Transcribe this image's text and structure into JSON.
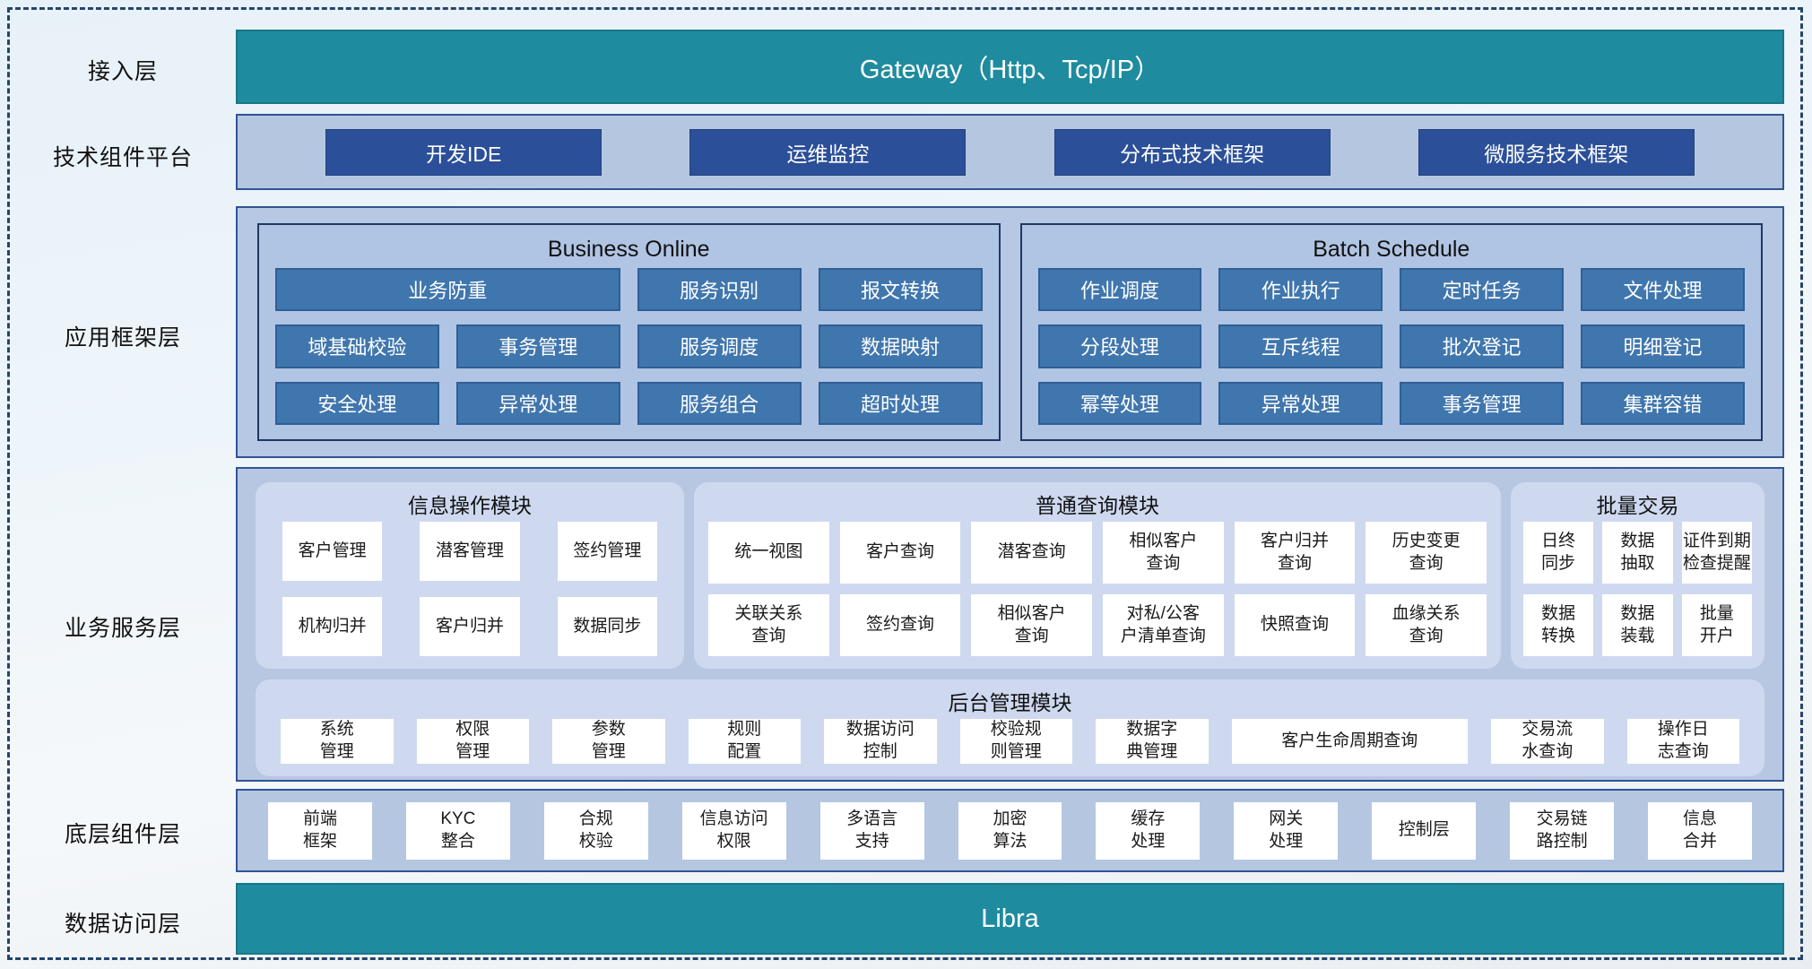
{
  "colors": {
    "teal": "#1f8b9f",
    "navy_button": "#2b4f98",
    "steel_button": "#4076ae",
    "container_fill": "#b5c7e0",
    "container_border": "#2f5496",
    "group_fill": "#ced9f0",
    "cell_fill": "#ffffff"
  },
  "access_layer": {
    "label": "接入层",
    "gateway": "Gateway（Http、Tcp/IP）"
  },
  "tech_platform": {
    "label": "技术组件平台",
    "items": [
      "开发IDE",
      "运维监控",
      "分布式技术框架",
      "微服务技术框架"
    ]
  },
  "app_framework": {
    "label": "应用框架层",
    "business_online": {
      "title": "Business Online",
      "row1": [
        "业务防重",
        "服务识别",
        "报文转换"
      ],
      "row2": [
        "域基础校验",
        "事务管理",
        "服务调度",
        "数据映射"
      ],
      "row3": [
        "安全处理",
        "异常处理",
        "服务组合",
        "超时处理"
      ]
    },
    "batch_schedule": {
      "title": "Batch Schedule",
      "row1": [
        "作业调度",
        "作业执行",
        "定时任务",
        "文件处理"
      ],
      "row2": [
        "分段处理",
        "互斥线程",
        "批次登记",
        "明细登记"
      ],
      "row3": [
        "幂等处理",
        "异常处理",
        "事务管理",
        "集群容错"
      ]
    }
  },
  "business_service": {
    "label": "业务服务层",
    "info_module": {
      "title": "信息操作模块",
      "cells": [
        "客户管理",
        "潜客管理",
        "签约管理",
        "机构归并",
        "客户归并",
        "数据同步"
      ]
    },
    "query_module": {
      "title": "普通查询模块",
      "cells": [
        "统一视图",
        "客户查询",
        "潜客查询",
        "相似客户\n查询",
        "客户归并\n查询",
        "历史变更\n查询",
        "关联关系\n查询",
        "签约查询",
        "相似客户\n查询",
        "对私/公客\n户清单查询",
        "快照查询",
        "血缘关系\n查询"
      ]
    },
    "batch_module": {
      "title": "批量交易",
      "cells": [
        "日终\n同步",
        "数据\n抽取",
        "证件到期\n检查提醒",
        "数据\n转换",
        "数据\n装载",
        "批量\n开户"
      ]
    },
    "admin_module": {
      "title": "后台管理模块",
      "cells": [
        "系统\n管理",
        "权限\n管理",
        "参数\n管理",
        "规则\n配置",
        "数据访问\n控制",
        "校验规\n则管理",
        "数据字\n典管理",
        "客户生命周期查询",
        "交易流\n水查询",
        "操作日\n志查询"
      ]
    }
  },
  "base_components": {
    "label": "底层组件层",
    "cells": [
      "前端\n框架",
      "KYC\n整合",
      "合规\n校验",
      "信息访问\n权限",
      "多语言\n支持",
      "加密\n算法",
      "缓存\n处理",
      "网关\n处理",
      "控制层",
      "交易链\n路控制",
      "信息\n合并"
    ]
  },
  "data_access": {
    "label": "数据访问层",
    "bar": "Libra"
  }
}
